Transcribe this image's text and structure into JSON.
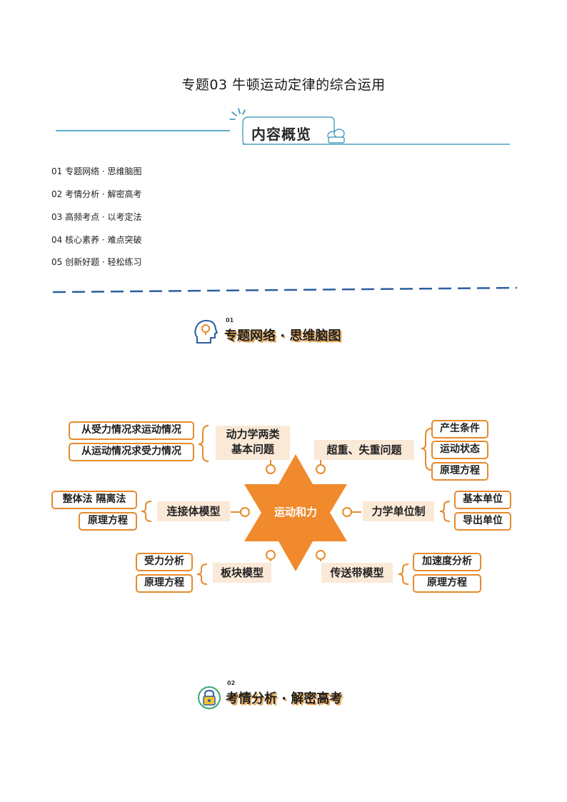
{
  "title": "专题03  牛顿运动定律的综合运用",
  "overview": {
    "heading": "内容概览",
    "items": [
      "01 专题网络 · 思维脑图",
      "02 考情分析 · 解密高考",
      "03 高频考点 · 以考定法",
      "04 核心素养 · 难点突破",
      "05 创新好题 · 轻松练习"
    ]
  },
  "section1": {
    "num": "01",
    "title": "专题网络 · 思维脑图"
  },
  "mindmap": {
    "center": "运动和力",
    "dynamics": {
      "label_l1": "动力学两类",
      "label_l2": "基本问题",
      "children": [
        "从受力情况求运动情况",
        "从运动情况求受力情况"
      ]
    },
    "overweight": {
      "label": "超重、失重问题",
      "children": [
        "产生条件",
        "运动状态",
        "原理方程"
      ]
    },
    "connected": {
      "label": "连接体模型",
      "children": [
        "整体法 隔离法",
        "原理方程"
      ]
    },
    "units": {
      "label": "力学单位制",
      "children": [
        "基本单位",
        "导出单位"
      ]
    },
    "block": {
      "label": "板块模型",
      "children": [
        "受力分析",
        "原理方程"
      ]
    },
    "belt": {
      "label": "传送带模型",
      "children": [
        "加速度分析",
        "原理方程"
      ]
    }
  },
  "section2": {
    "num": "02",
    "title": "考情分析 · 解密高考"
  },
  "colors": {
    "accent": "#e58a2d",
    "star": "#f08a2c",
    "teal": "#2b8fb5"
  }
}
